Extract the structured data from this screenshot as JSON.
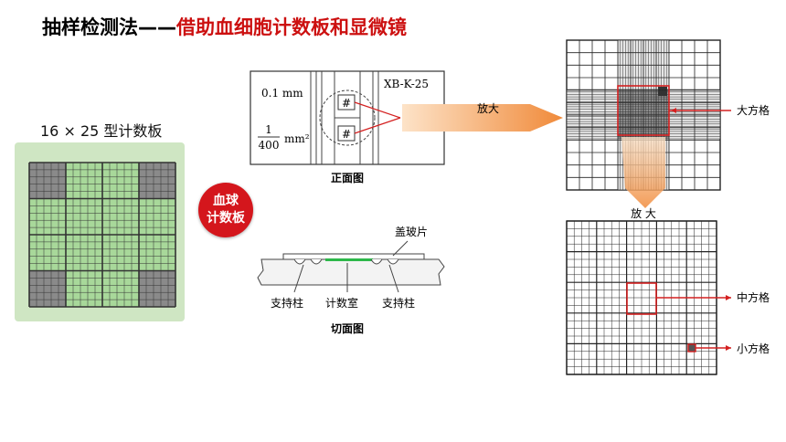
{
  "title": {
    "prefix": "抽样检测法——",
    "highlight": "借助血细胞计数板和显微镜"
  },
  "board": {
    "title": "16 × 25 型计数板"
  },
  "badge": {
    "line1": "血球",
    "line2": "计数板"
  },
  "front_view": {
    "depth_label": "0.1 mm",
    "area_numerator": "1",
    "area_denominator": "400",
    "area_unit": "mm²",
    "model": "XB-K-25",
    "grid_mark": "#",
    "caption": "正面图"
  },
  "magnify_label": "放大",
  "magnify_label_2": "放 大",
  "section_view": {
    "cover_label": "盖玻片",
    "support_left": "支持柱",
    "chamber": "计数室",
    "support_right": "支持柱",
    "caption": "切面图"
  },
  "labels": {
    "large_square": "大方格",
    "medium_square": "中方格",
    "small_square": "小方格"
  },
  "colors": {
    "title_red": "#cc1010",
    "panel_green": "#cfe6c3",
    "cell_green": "#a8d89a",
    "badge_red": "#d4161c",
    "arrow_orange": "#f08a3a",
    "pointer_red": "#d42020"
  }
}
